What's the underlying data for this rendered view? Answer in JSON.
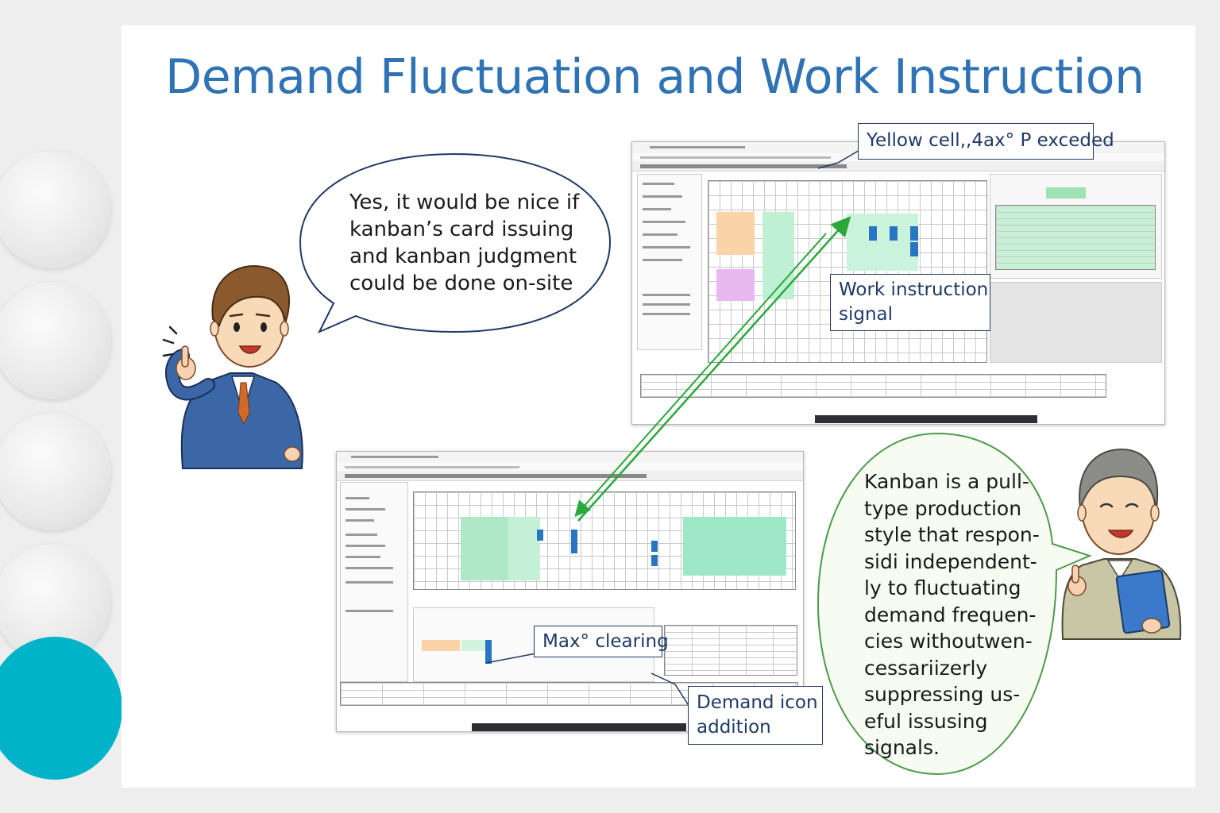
{
  "slide": {
    "title": "Demand Fluctuation and Work Instruction"
  },
  "left_bubble": {
    "lines": [
      "Yes, it would be nice if",
      "kanban’s card issuing",
      "and kanban judgment",
      "could be done on-site"
    ]
  },
  "right_bubble": {
    "lines": [
      "Kanban is a pull-",
      "type production",
      "style that respon-",
      "sidi independent-",
      "ly to fluctuating",
      "demand frequen-",
      "cies withoutwen-",
      "cessariizerly",
      "suppressing us-",
      "eful issusing",
      "signals."
    ]
  },
  "callouts": {
    "yellow_cell": "Yellow cell,,4ax° P exceded",
    "work_instruction": [
      "Work instruction",
      "signal"
    ],
    "max_clearing": "Max° clearing",
    "demand_icon": [
      "Demand icon",
      "addition"
    ]
  },
  "colors": {
    "title_blue": "#2f73b5",
    "accent_teal": "#00b3c8",
    "callout_border": "#1f3a66",
    "arrow_green": "#2aa83a",
    "cell_green": "#8de0b0",
    "cell_orange": "#fbd3a8",
    "cell_purple": "#eab8f0",
    "cell_blue": "#2a74c4",
    "right_bubble_fill": "#f6fcf1",
    "right_bubble_stroke": "#4e9a4a",
    "left_bubble_stroke": "#1f3a66"
  },
  "icons": {
    "characters": [
      "businessman-illustration",
      "manager-with-folder-illustration"
    ]
  }
}
